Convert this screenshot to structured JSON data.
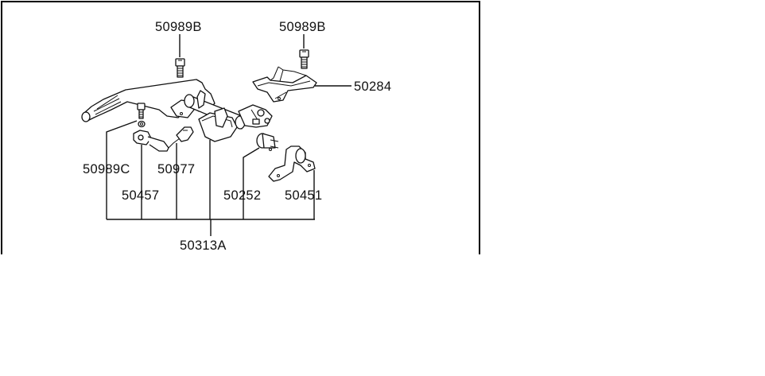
{
  "diagram": {
    "title": "Parking brake lever assembly - parts diagram",
    "callouts": [
      {
        "id": "bolt-top-left",
        "label": "50989B"
      },
      {
        "id": "bolt-top-right",
        "label": "50989B"
      },
      {
        "id": "bracket",
        "label": "50284"
      },
      {
        "id": "bolt-left",
        "label": "50989C"
      },
      {
        "id": "switch-harness",
        "label": "50977"
      },
      {
        "id": "switch",
        "label": "50457"
      },
      {
        "id": "grommet",
        "label": "50252"
      },
      {
        "id": "support-bracket",
        "label": "50451"
      },
      {
        "id": "lever-assembly",
        "label": "50313A"
      }
    ],
    "parts": [
      {
        "name": "bolt"
      },
      {
        "name": "bolt"
      },
      {
        "name": "mounting-bracket"
      },
      {
        "name": "parking-brake-lever"
      },
      {
        "name": "bolt"
      },
      {
        "name": "nut"
      },
      {
        "name": "brake-warning-switch"
      },
      {
        "name": "connector"
      },
      {
        "name": "cable-equalizer"
      },
      {
        "name": "grommet"
      },
      {
        "name": "support-bracket"
      }
    ]
  }
}
